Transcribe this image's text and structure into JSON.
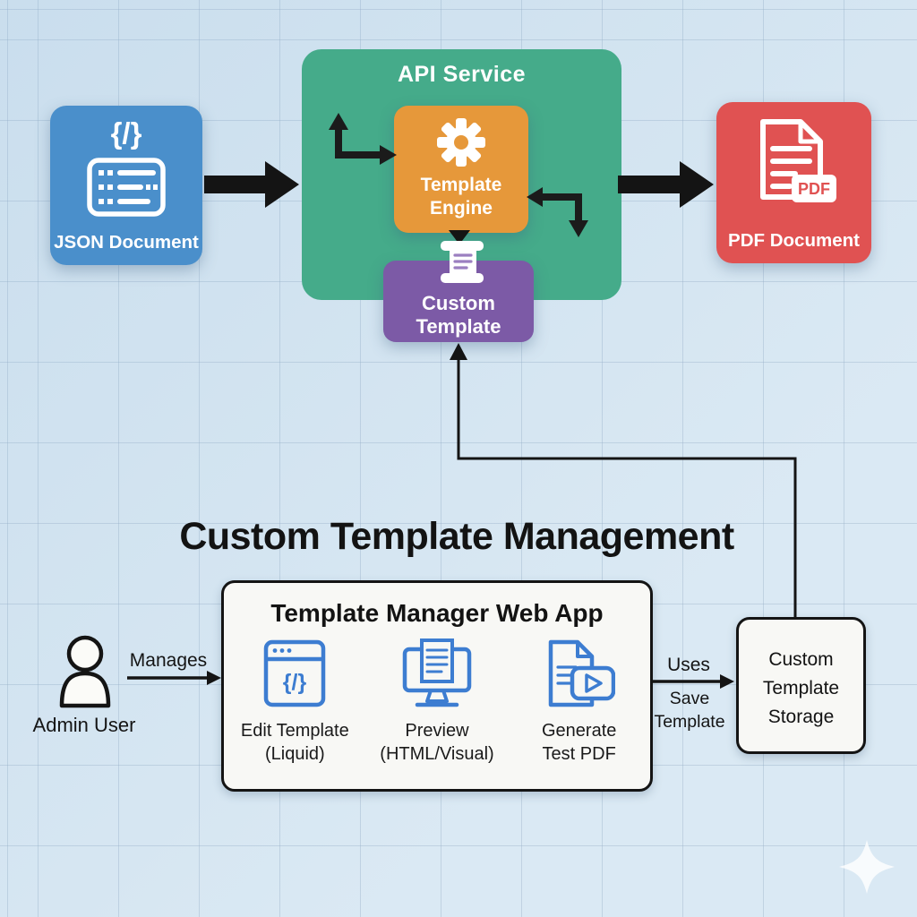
{
  "diagram": {
    "colors": {
      "background": "#d2e4f1",
      "json_blue": "#4a8fcb",
      "api_green": "#45ab8a",
      "engine_orange": "#e6983a",
      "template_purple": "#7c5aa6",
      "pdf_red": "#e05252",
      "icon_blue": "#3d7dd1",
      "arrow_black": "#141414"
    },
    "top": {
      "json_box": {
        "label": "JSON Document",
        "glyph": "{/}"
      },
      "api_service": {
        "title": "API Service"
      },
      "template_engine": {
        "line1": "Template",
        "line2": "Engine"
      },
      "custom_template": {
        "label": "Custom Template"
      },
      "pdf_box": {
        "label": "PDF Document",
        "badge": "PDF"
      }
    },
    "bottom": {
      "section_title": "Custom Template Management",
      "web_app": {
        "title": "Template Manager Web App",
        "features": [
          {
            "line1": "Edit Template",
            "line2": "(Liquid)",
            "glyph": "{/}"
          },
          {
            "line1": "Preview",
            "line2": "(HTML/Visual)"
          },
          {
            "line1": "Generate",
            "line2": "Test PDF"
          }
        ]
      },
      "admin_user_label": "Admin User",
      "manages_label": "Manages",
      "uses_label": "Uses",
      "save_line1": "Save",
      "save_line2": "Template",
      "storage": {
        "line1": "Custom",
        "line2": "Template",
        "line3": "Storage"
      }
    }
  }
}
